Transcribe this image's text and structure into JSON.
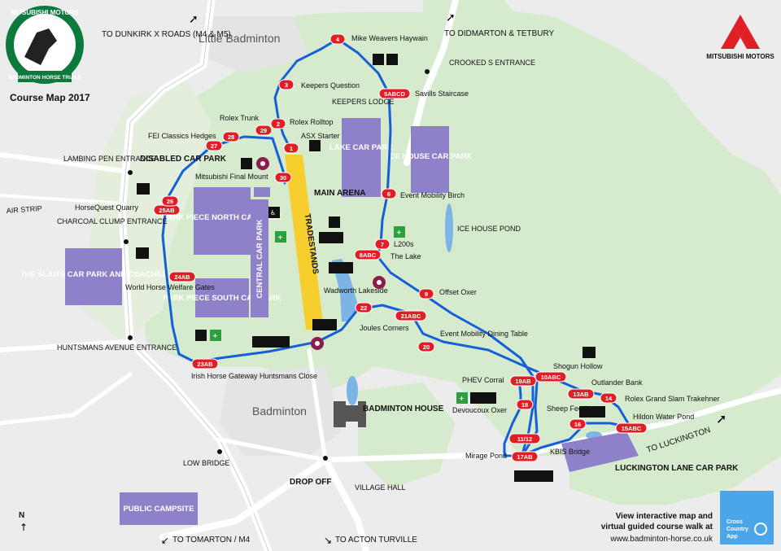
{
  "header": {
    "logo_ring_top": "MITSUBISHI MOTORS",
    "logo_ribbon": "BADMINTON HORSE TRIALS",
    "map_title": "Course Map 2017",
    "sponsor_name": "MITSUBISHI MOTORS"
  },
  "places": {
    "little_badminton": "Little Badminton",
    "badminton": "Badminton",
    "badminton_house": "BADMINTON HOUSE",
    "village_hall": "VILLAGE HALL",
    "keepers_lodge": "KEEPERS LODGE",
    "ice_house_pond": "ICE HOUSE POND",
    "air_strip": "AIR STRIP",
    "main_arena": "MAIN ARENA",
    "tradestands": "TRADESTANDS"
  },
  "directions": {
    "dunkirk": "TO DUNKIRK X ROADS (M4 & M5)",
    "didmarton": "TO DIDMARTON & TETBURY",
    "tomarton": "TO TOMARTON / M4",
    "acton_turville": "TO ACTON TURVILLE",
    "luckington": "TO LUCKINGTON",
    "north": "N"
  },
  "entrances": {
    "crooked_s": "CROOKED S ENTRANCE",
    "lambing_pen": "LAMBING PEN ENTRANCE",
    "charcoal_clump": "CHARCOAL CLUMP ENTRANCE",
    "huntsmans": "HUNTSMANS AVENUE ENTRANCE",
    "low_bridge": "LOW BRIDGE",
    "drop_off": "DROP OFF",
    "disabled_car_park": "DISABLED CAR PARK"
  },
  "car_parks": {
    "lake": "LAKE CAR PARK",
    "ice_house": "ICE HOUSE CAR PARK",
    "park_piece_north": "PARK PIECE NORTH CAR PARK",
    "park_piece_south": "PARK PIECE SOUTH CAR PARK",
    "central": "CENTRAL CAR PARK",
    "slaits": "THE SLAITS CAR PARK AND COACHES",
    "public_campsite": "PUBLIC CAMPSITE",
    "luckington_lane": "LUCKINGTON LANE CAR PARK"
  },
  "fences": [
    {
      "num": "1",
      "name": "ASX Starter"
    },
    {
      "num": "2",
      "name": "Rolex Rolltop"
    },
    {
      "num": "3",
      "name": "Keepers Question"
    },
    {
      "num": "4",
      "name": "Mike Weavers Haywain"
    },
    {
      "num": "5ABCD",
      "name": "Savills Staircase"
    },
    {
      "num": "6",
      "name": "Event Mobility Birch"
    },
    {
      "num": "7",
      "name": "L200s"
    },
    {
      "num": "8ABC",
      "name": "The Lake"
    },
    {
      "num": "9",
      "name": "Offset Oxer"
    },
    {
      "num": "10ABC",
      "name": "Shogun Hollow"
    },
    {
      "num": "11/12",
      "name": "KBIS Bridge"
    },
    {
      "num": "13AB",
      "name": "Outlander Bank"
    },
    {
      "num": "14",
      "name": "Rolex Grand Slam Trakehner"
    },
    {
      "num": "15ABC",
      "name": "Hildon Water Pond"
    },
    {
      "num": "16",
      "name": "Sheep Feeder"
    },
    {
      "num": "17AB",
      "name": "Mirage Pond"
    },
    {
      "num": "18",
      "name": "Devoucoux Oxer"
    },
    {
      "num": "19AB",
      "name": "PHEV Corral"
    },
    {
      "num": "20",
      "name": "Event Mobility Dining Table"
    },
    {
      "num": "21ABC",
      "name": "Joules Corners"
    },
    {
      "num": "22",
      "name": "Wadworth Lakeside"
    },
    {
      "num": "23AB",
      "name": "Irish Horse Gateway Huntsmans Close"
    },
    {
      "num": "24AB",
      "name": "World Horse Welfare Gates"
    },
    {
      "num": "25AB",
      "name": "HorseQuest Quarry"
    },
    {
      "num": "26",
      "name": ""
    },
    {
      "num": "27",
      "name": "FEI Classics Hedges"
    },
    {
      "num": "28",
      "name": ""
    },
    {
      "num": "29",
      "name": "Rolex Trunk"
    },
    {
      "num": "30",
      "name": "Mitsubishi Final Mount"
    }
  ],
  "footer": {
    "line1": "View interactive map and",
    "line2": "virtual guided course walk at",
    "url": "www.badminton-horse.co.uk",
    "app_line1": "Cross",
    "app_line2": "Country",
    "app_line3": "App"
  },
  "colors": {
    "course": "#1560d8",
    "fence_marker": "#e01e26",
    "car_park": "#8f81c9",
    "tradestands": "#f6cf2f",
    "green_area": "#cfe6c4",
    "water": "#7cb4e6",
    "road": "#ffffff",
    "app_bg": "#4aa6e8"
  }
}
